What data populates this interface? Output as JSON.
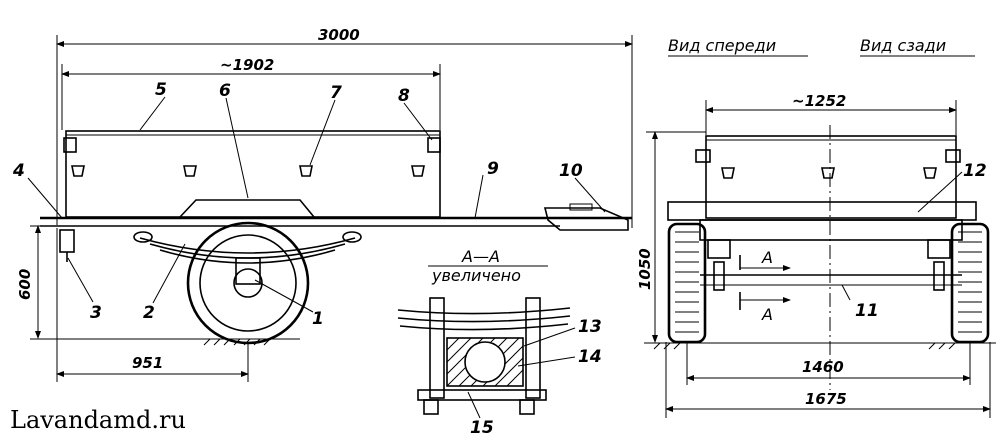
{
  "side_view": {
    "dim_total_length": "3000",
    "dim_body_length": "~1902",
    "dim_height": "600",
    "dim_axle_offset": "951",
    "callouts": [
      "1",
      "2",
      "3",
      "4",
      "5",
      "6",
      "7",
      "8",
      "9",
      "10"
    ]
  },
  "section": {
    "title": "А—А",
    "subtitle": "увеличено",
    "callouts": [
      "13",
      "14",
      "15"
    ]
  },
  "front_rear": {
    "front_title": "Вид спереди",
    "rear_title": "Вид сзади",
    "dim_body_width": "~1252",
    "dim_height": "1050",
    "dim_track": "1460",
    "dim_overall_width": "1675",
    "section_mark": "А",
    "callouts": [
      "11",
      "12"
    ]
  },
  "watermark": "Lavandamd.ru"
}
